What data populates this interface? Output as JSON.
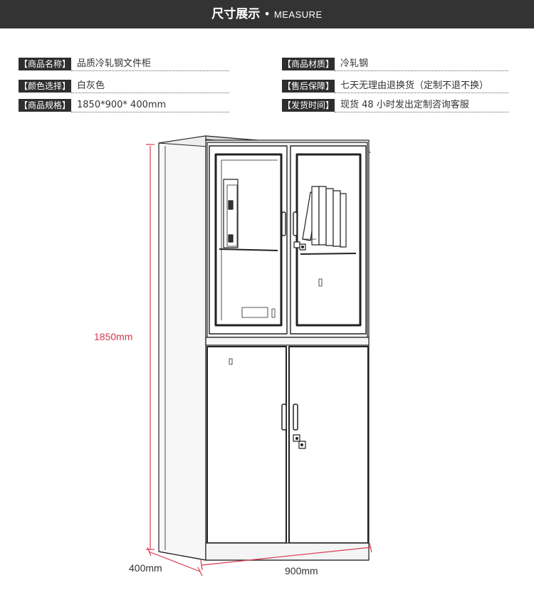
{
  "header": {
    "title_cn": "尺寸展示",
    "separator": "•",
    "title_en": "MEASURE"
  },
  "specs": {
    "name": {
      "label": "【商品名称】",
      "value": "品质冷轧钢文件柜"
    },
    "color": {
      "label": "【颜色选择】",
      "value": "白灰色"
    },
    "size": {
      "label": "【商品规格】",
      "value": "1850*900* 400mm"
    },
    "material": {
      "label": "【商品材质】",
      "value": "冷轧钢"
    },
    "service": {
      "label": "【售后保障】",
      "value": "七天无理由退换货（定制不退不换）"
    },
    "delivery": {
      "label": "【发货时间】",
      "value": "现货 48 小时发出定制咨询客服"
    }
  },
  "dimensions": {
    "height": "1850mm",
    "depth": "400mm",
    "width": "900mm"
  },
  "colors": {
    "banner": "#333333",
    "dimension_line": "#d9394d",
    "label_bg": "#2e2e2e"
  }
}
